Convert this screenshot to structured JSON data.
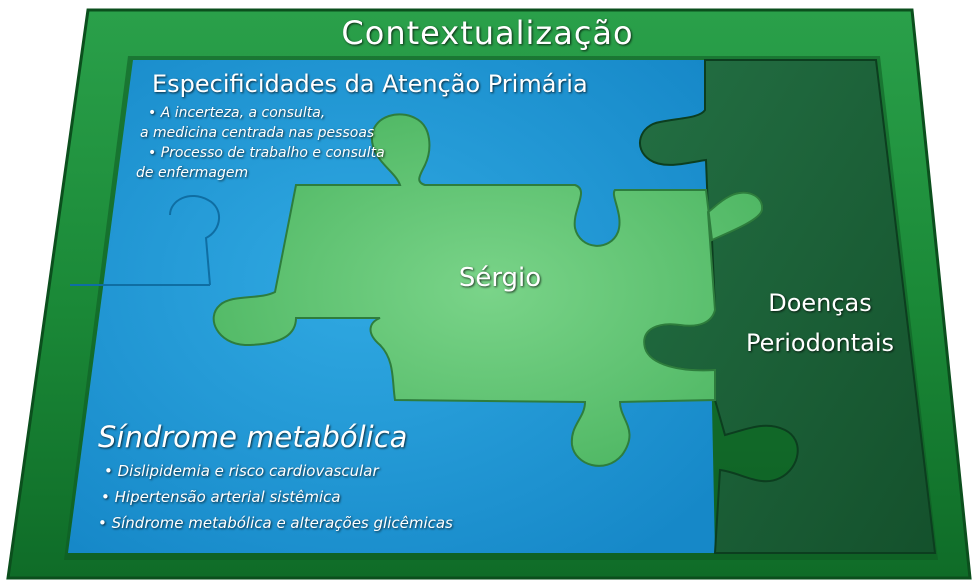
{
  "frame": {
    "title": "Contextualização"
  },
  "pieces": {
    "atencao_primaria": {
      "title": "Especificidades da Atenção Primária",
      "lines": [
        "• A incerteza, a consulta,",
        "a medicina centrada nas pessoas",
        "• Processo de trabalho e consulta",
        "de enfermagem"
      ]
    },
    "center": {
      "label": "Sérgio"
    },
    "right": {
      "label": "Doenças Periodontais"
    },
    "sindrome": {
      "title": "Síndrome metabólica",
      "lines": [
        "• Dislipidemia e risco cardiovascular",
        "• Hipertensão arterial sistêmica",
        "• Síndrome metabólica e alterações glicêmicas"
      ]
    }
  },
  "colors": {
    "frame_green": "#1e8a3c",
    "blue_piece": "#1f9ad6",
    "green_piece": "#5cc46e",
    "dark_green_piece": "#1c6a3d"
  }
}
